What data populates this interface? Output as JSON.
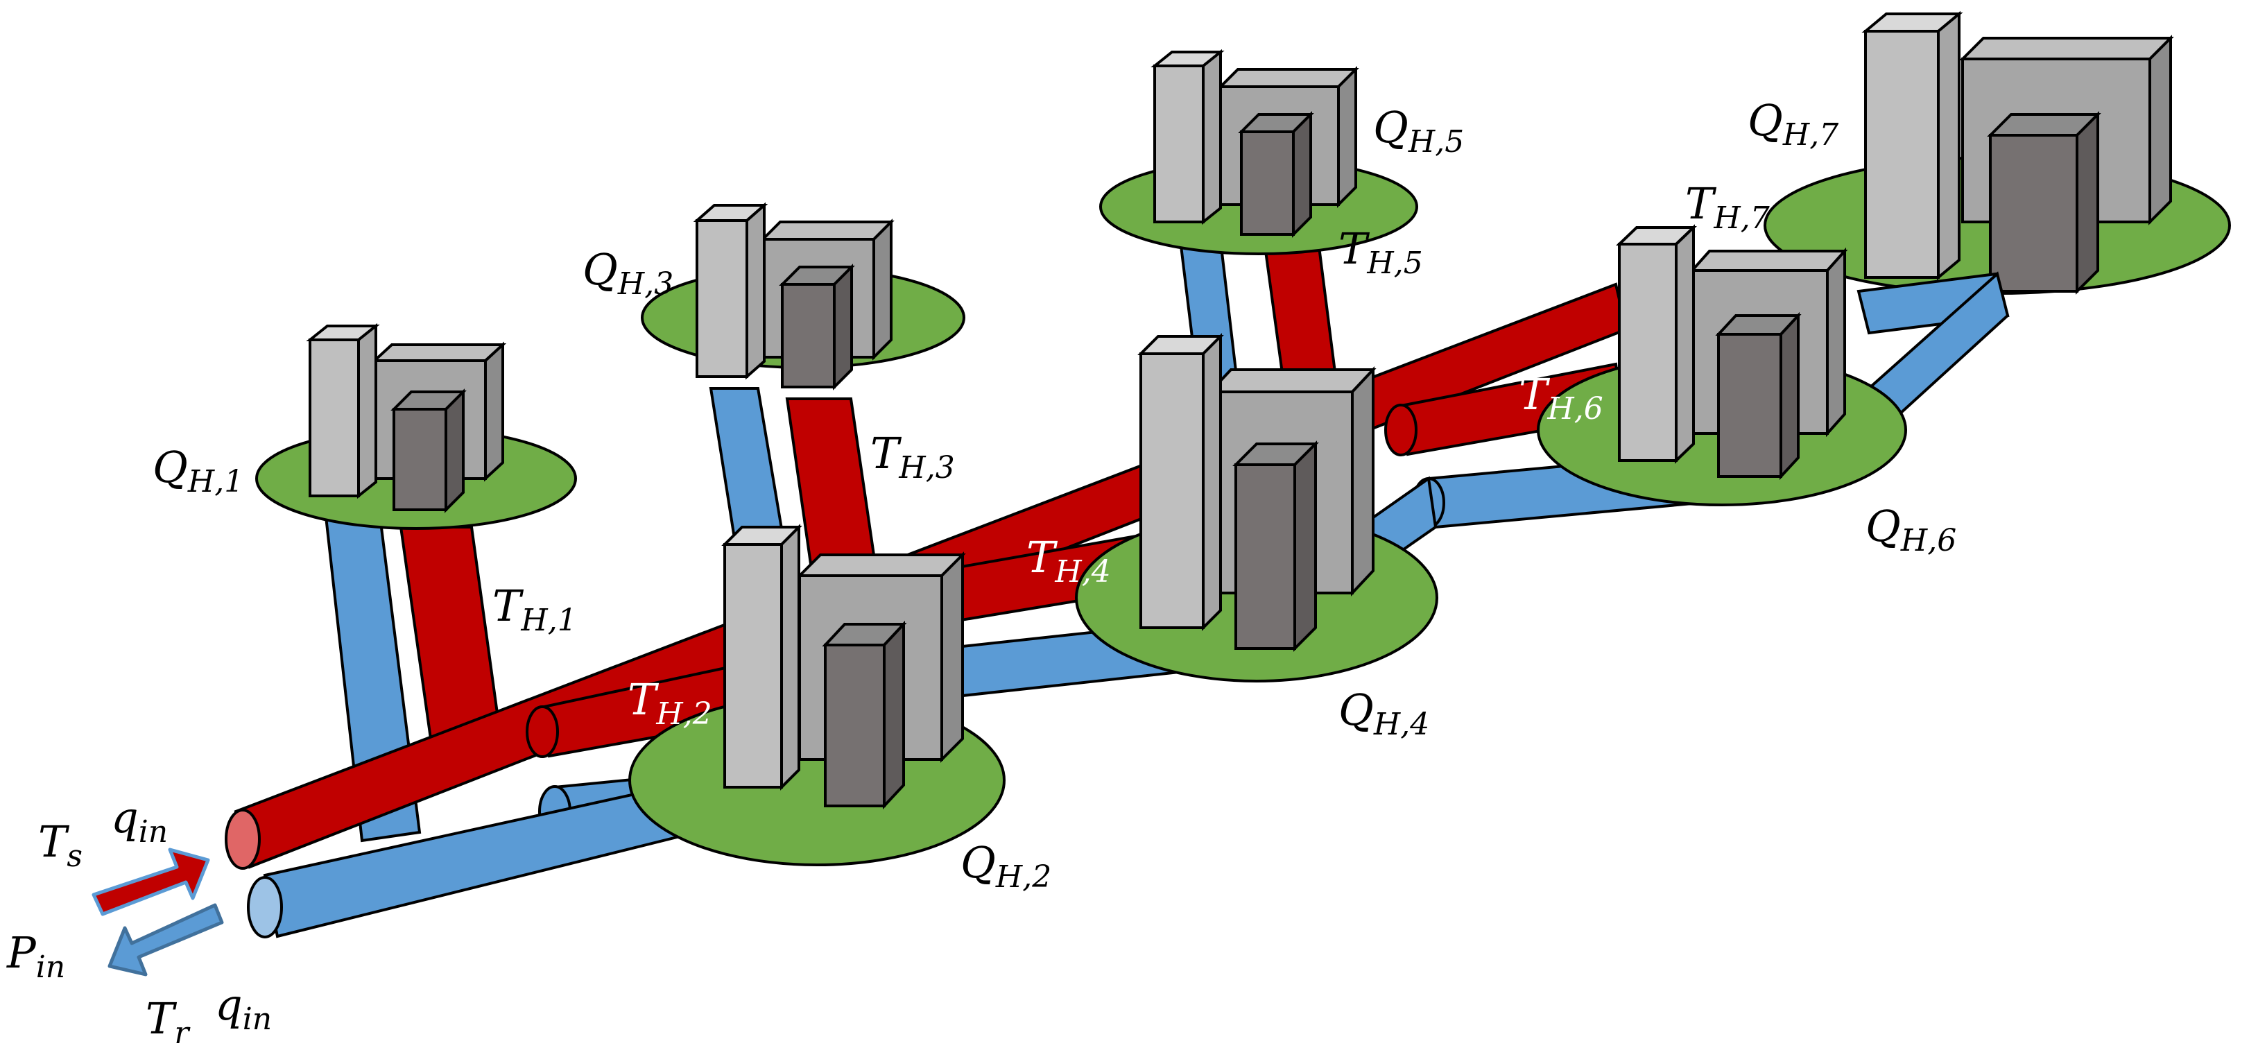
{
  "colors": {
    "supply_pipe": "#C00000",
    "supply_pipe_end": "#E06666",
    "return_pipe": "#5B9BD5",
    "return_pipe_end": "#9DC3E6",
    "ground": "#70AD47",
    "building_light": "#BFBFBF",
    "building_mid": "#A6A6A6",
    "building_dark": "#767171",
    "outline": "#000000"
  },
  "labels": {
    "QH1": {
      "main": "Q",
      "sub": "H,1"
    },
    "QH2": {
      "main": "Q",
      "sub": "H,2"
    },
    "QH3": {
      "main": "Q",
      "sub": "H,3"
    },
    "QH4": {
      "main": "Q",
      "sub": "H,4"
    },
    "QH5": {
      "main": "Q",
      "sub": "H,5"
    },
    "QH6": {
      "main": "Q",
      "sub": "H,6"
    },
    "QH7": {
      "main": "Q",
      "sub": "H,7"
    },
    "TH1": {
      "main": "T",
      "sub": "H,1"
    },
    "TH2": {
      "main": "T",
      "sub": "H,2"
    },
    "TH3": {
      "main": "T",
      "sub": "H,3"
    },
    "TH4": {
      "main": "T",
      "sub": "H,4"
    },
    "TH5": {
      "main": "T",
      "sub": "H,5"
    },
    "TH6": {
      "main": "T",
      "sub": "H,6"
    },
    "TH7": {
      "main": "T",
      "sub": "H,7"
    },
    "Ts": {
      "main": "T",
      "sub": "s"
    },
    "Tr": {
      "main": "T",
      "sub": "r"
    },
    "qin_supply": {
      "main": "q",
      "sub": "in"
    },
    "qin_return": {
      "main": "q",
      "sub": "in"
    },
    "Pin": {
      "main": "P",
      "sub": "in"
    }
  }
}
